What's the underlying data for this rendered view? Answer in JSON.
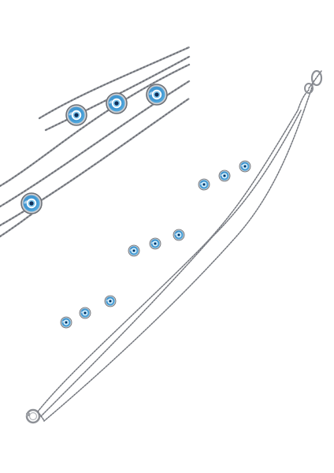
{
  "scene": {
    "subject": "three-strand-chain-bracelet",
    "bead_count_main": 9,
    "bead_count_detail": 4,
    "colors": {
      "background": "#ffffff",
      "chain": "#8d9096",
      "chain_dark": "#5f6268",
      "bezel": "#c9ccd1",
      "bezel_dark": "#6c7076",
      "eye_outer": "#4fa6dc",
      "eye_mid": "#2a7fc0",
      "eye_ring": "#ffffff",
      "eye_iris": "#7fc6ec",
      "eye_pupil": "#0f2f5a"
    }
  }
}
